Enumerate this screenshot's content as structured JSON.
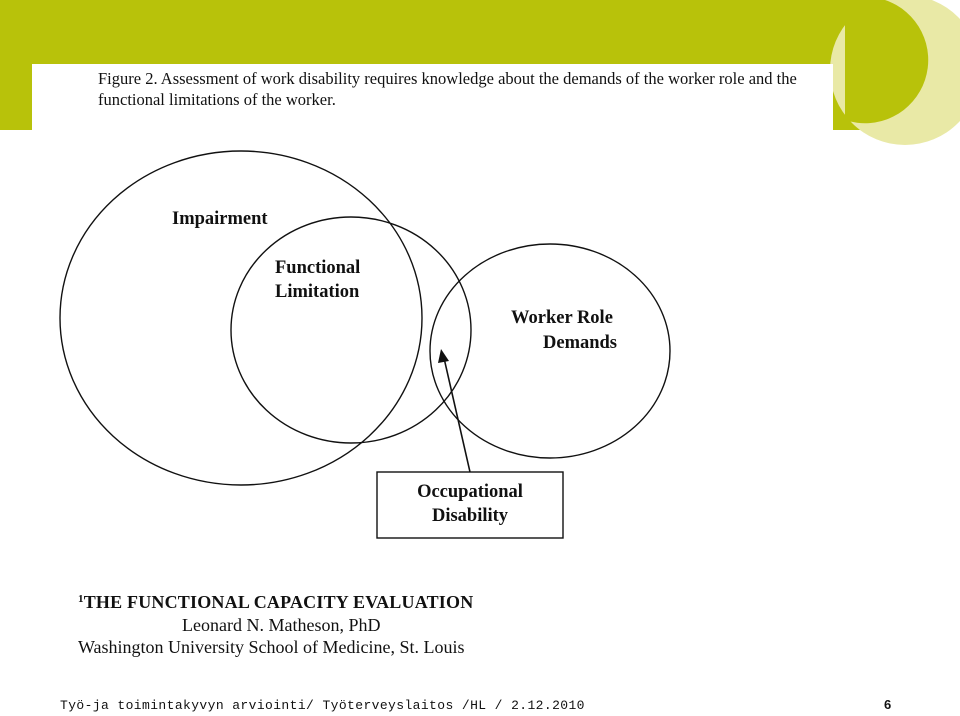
{
  "theme": {
    "accent": "#b8c20a",
    "accent_light": "#e9e9a6"
  },
  "figure": {
    "caption": "Figure 2. Assessment of work disability requires knowledge about the demands of the worker role and the functional limitations of the worker.",
    "labels": {
      "impairment": "Impairment",
      "functional_1": "Functional",
      "functional_2": "Limitation",
      "worker_1": "Worker Role",
      "worker_2": "Demands",
      "occupational_1": "Occupational",
      "occupational_2": "Disability"
    }
  },
  "citation": {
    "marker": "1",
    "title": "THE FUNCTIONAL CAPACITY EVALUATION",
    "author": "Leonard N. Matheson, PhD",
    "affiliation": "Washington University School of Medicine, St. Louis"
  },
  "footer": {
    "text": "Työ-ja toimintakyvyn arviointi/ Työterveyslaitos /HL / 2.12.2010",
    "page": "6"
  }
}
